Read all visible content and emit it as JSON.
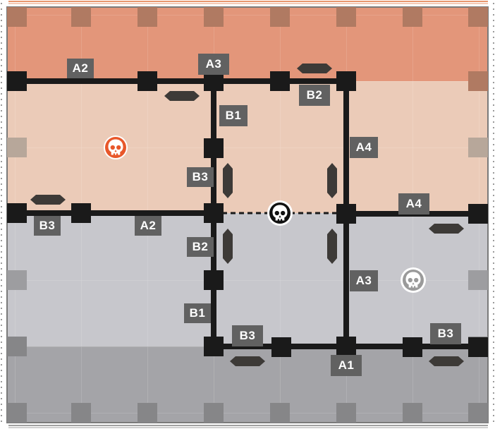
{
  "map": {
    "zone_colors": {
      "orange_top": "#e3967a",
      "orange_light": "#ebcbb8",
      "grey_mid": "#c7c7cc",
      "grey_bottom": "#a4a4a8",
      "wall": "#1a1a1a",
      "door": "#3d3a37",
      "frame_orange": "#e8966e",
      "frame_grey": "#9e9e9e"
    },
    "labels": [
      {
        "id": "a2-top",
        "text": "A2"
      },
      {
        "id": "a3-top",
        "text": "A3"
      },
      {
        "id": "b2-top",
        "text": "B2"
      },
      {
        "id": "b1-upper",
        "text": "B1"
      },
      {
        "id": "a4-right-vert",
        "text": "A4"
      },
      {
        "id": "b3-upper",
        "text": "B3"
      },
      {
        "id": "b3-left",
        "text": "B3"
      },
      {
        "id": "a2-mid",
        "text": "A2"
      },
      {
        "id": "a4-right-horiz",
        "text": "A4"
      },
      {
        "id": "b2-lower",
        "text": "B2"
      },
      {
        "id": "a3-lower",
        "text": "A3"
      },
      {
        "id": "b1-lower",
        "text": "B1"
      },
      {
        "id": "b3-bottom-mid",
        "text": "B3"
      },
      {
        "id": "b3-bottom-right",
        "text": "B3"
      },
      {
        "id": "a1-bottom",
        "text": "A1"
      }
    ],
    "spawn_markers": [
      {
        "id": "spawn-orange",
        "icon": "skull-icon",
        "color": "#e8572a"
      },
      {
        "id": "spawn-black",
        "icon": "skull-icon",
        "color": "#111111"
      },
      {
        "id": "spawn-grey",
        "icon": "skull-icon",
        "color": "#9a9a9a"
      }
    ]
  }
}
